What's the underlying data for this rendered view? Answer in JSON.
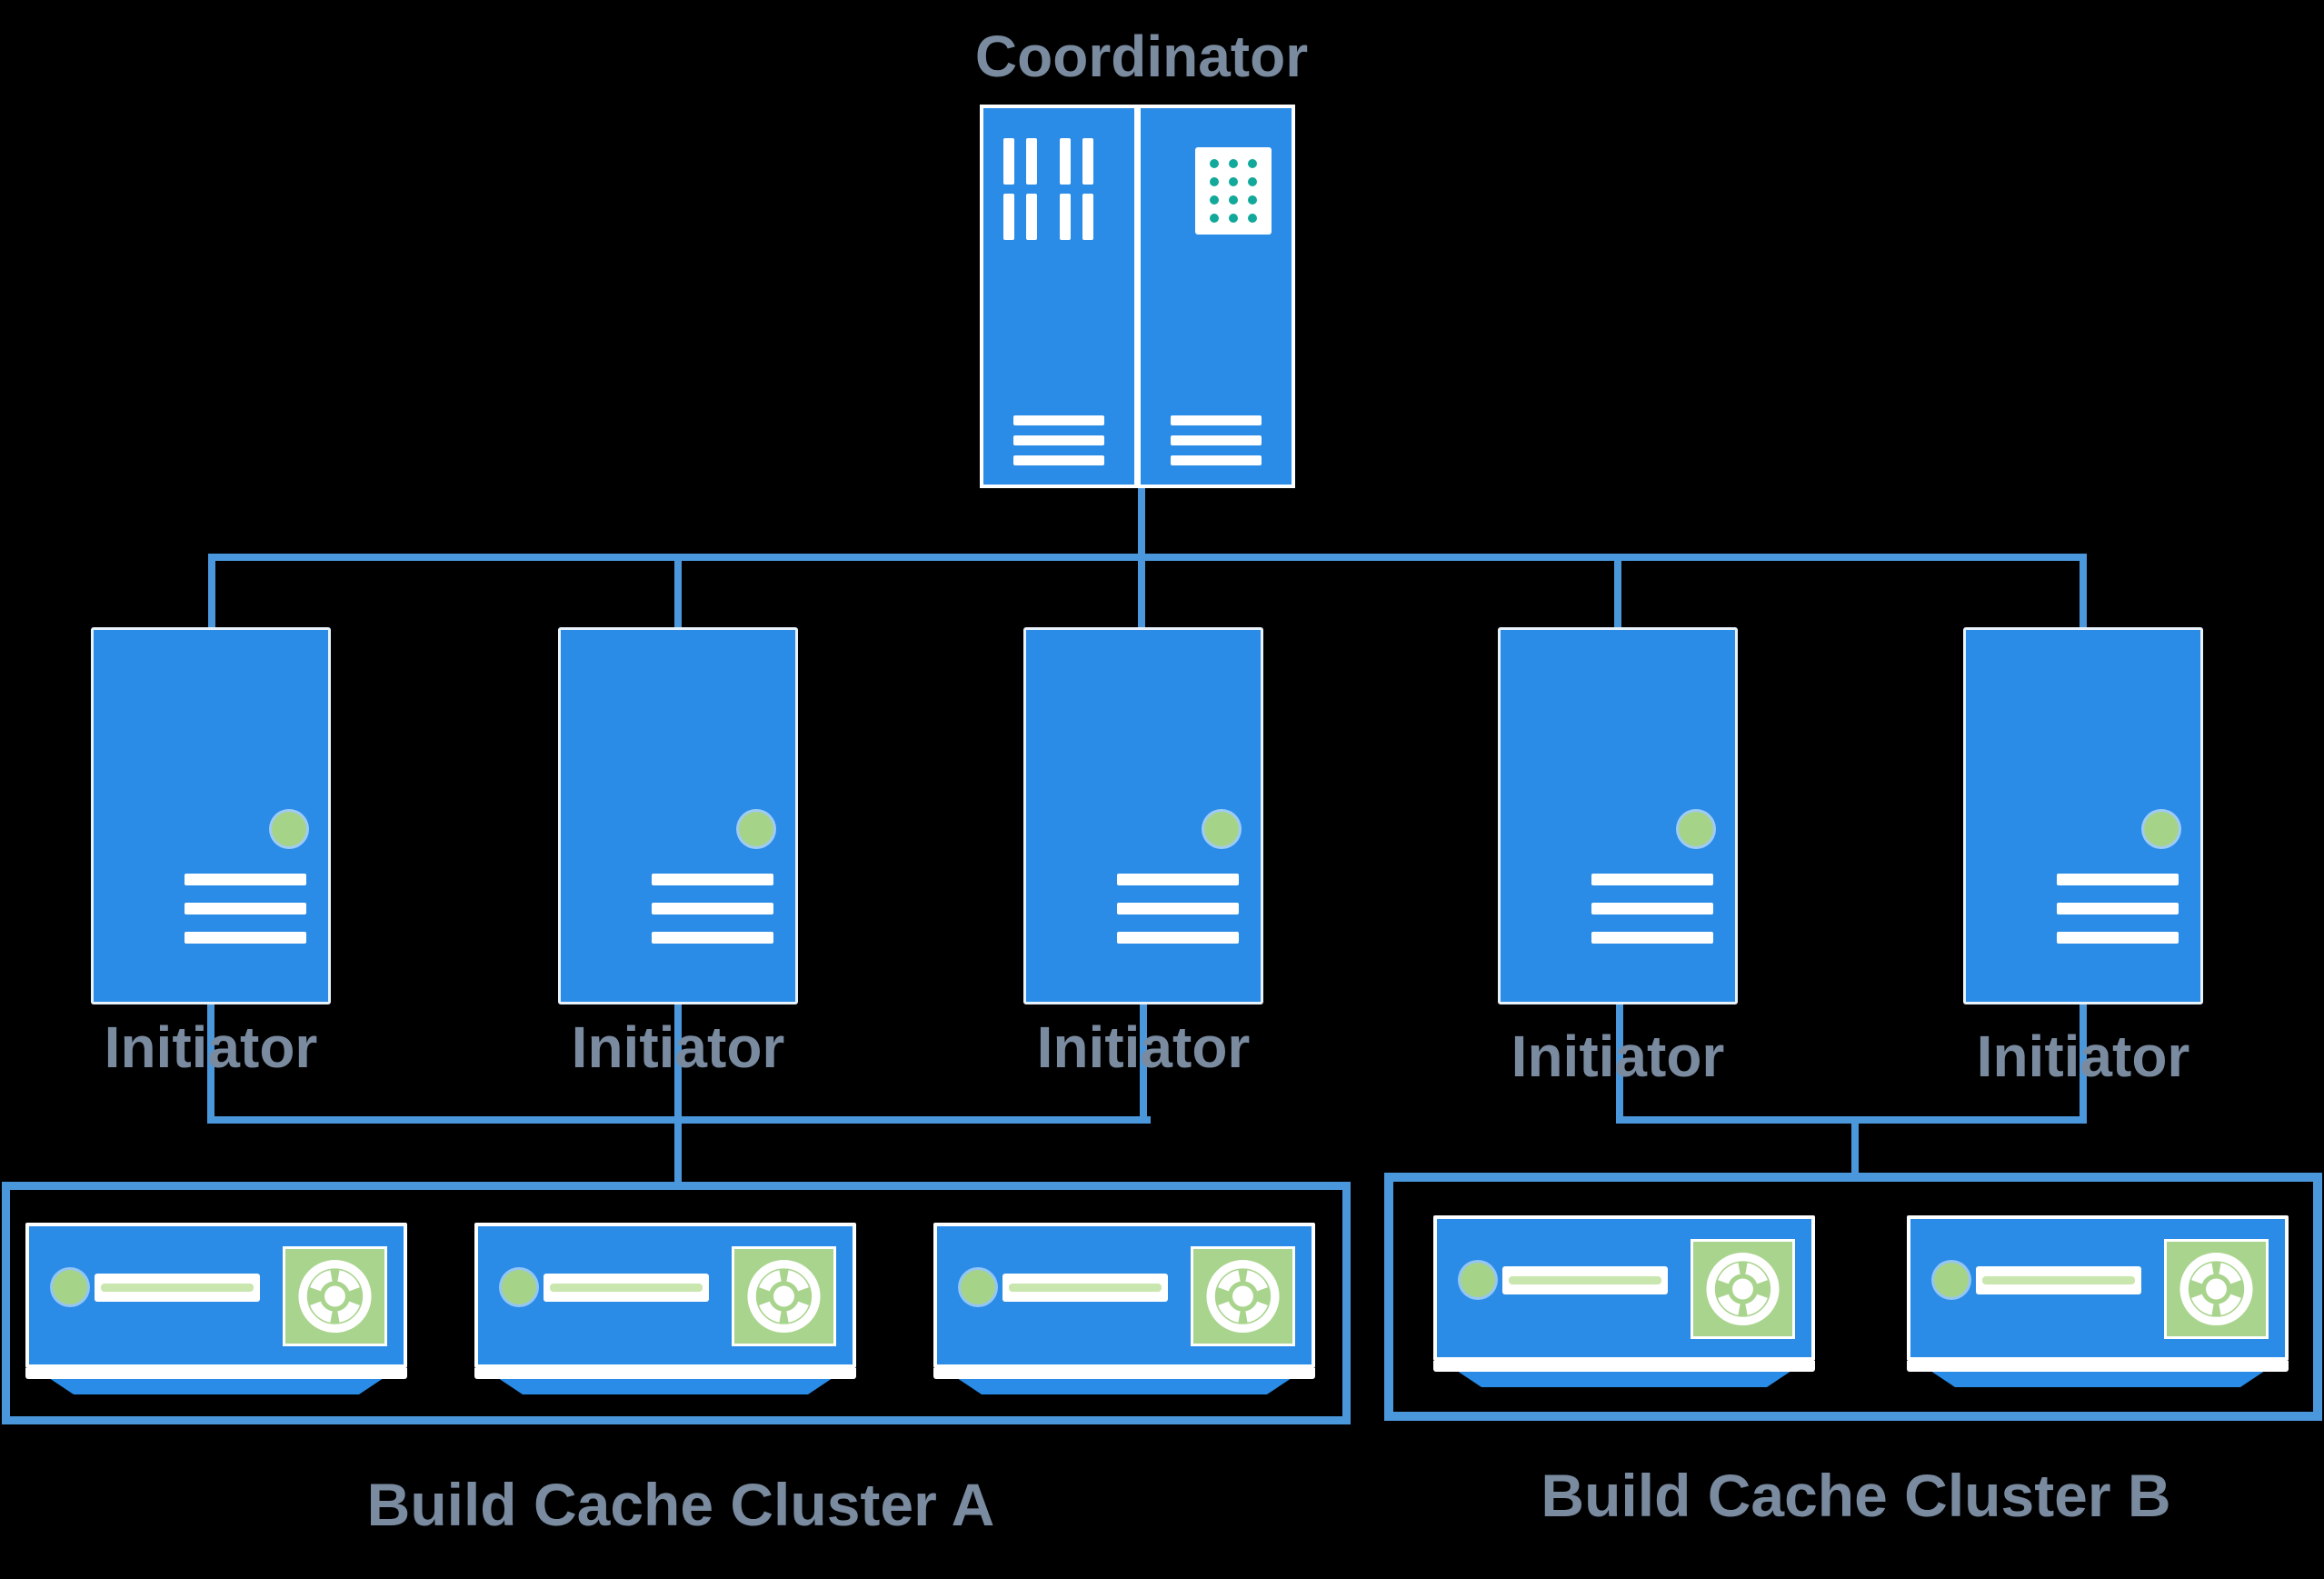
{
  "coordinator": {
    "label": "Coordinator",
    "icon": "dual-server-rack-icon"
  },
  "initiators": [
    {
      "label": "Initiator"
    },
    {
      "label": "Initiator"
    },
    {
      "label": "Initiator"
    },
    {
      "label": "Initiator"
    },
    {
      "label": "Initiator"
    }
  ],
  "clusters": [
    {
      "id": "A",
      "label": "Build Cache Cluster A",
      "node_count": 3,
      "node_icon": "cache-appliance-icon"
    },
    {
      "id": "B",
      "label": "Build Cache Cluster B",
      "node_count": 2,
      "node_icon": "cache-appliance-icon"
    }
  ],
  "colors": {
    "background": "#000000",
    "server_blue": "#2a8ce6",
    "connector_blue": "#4b97dc",
    "label_slate": "#7a8ba0",
    "led_green": "#a5d489",
    "fan_green": "#a9d48d",
    "stripe_green": "#c8e6ae",
    "dot_teal": "#12a89a"
  }
}
